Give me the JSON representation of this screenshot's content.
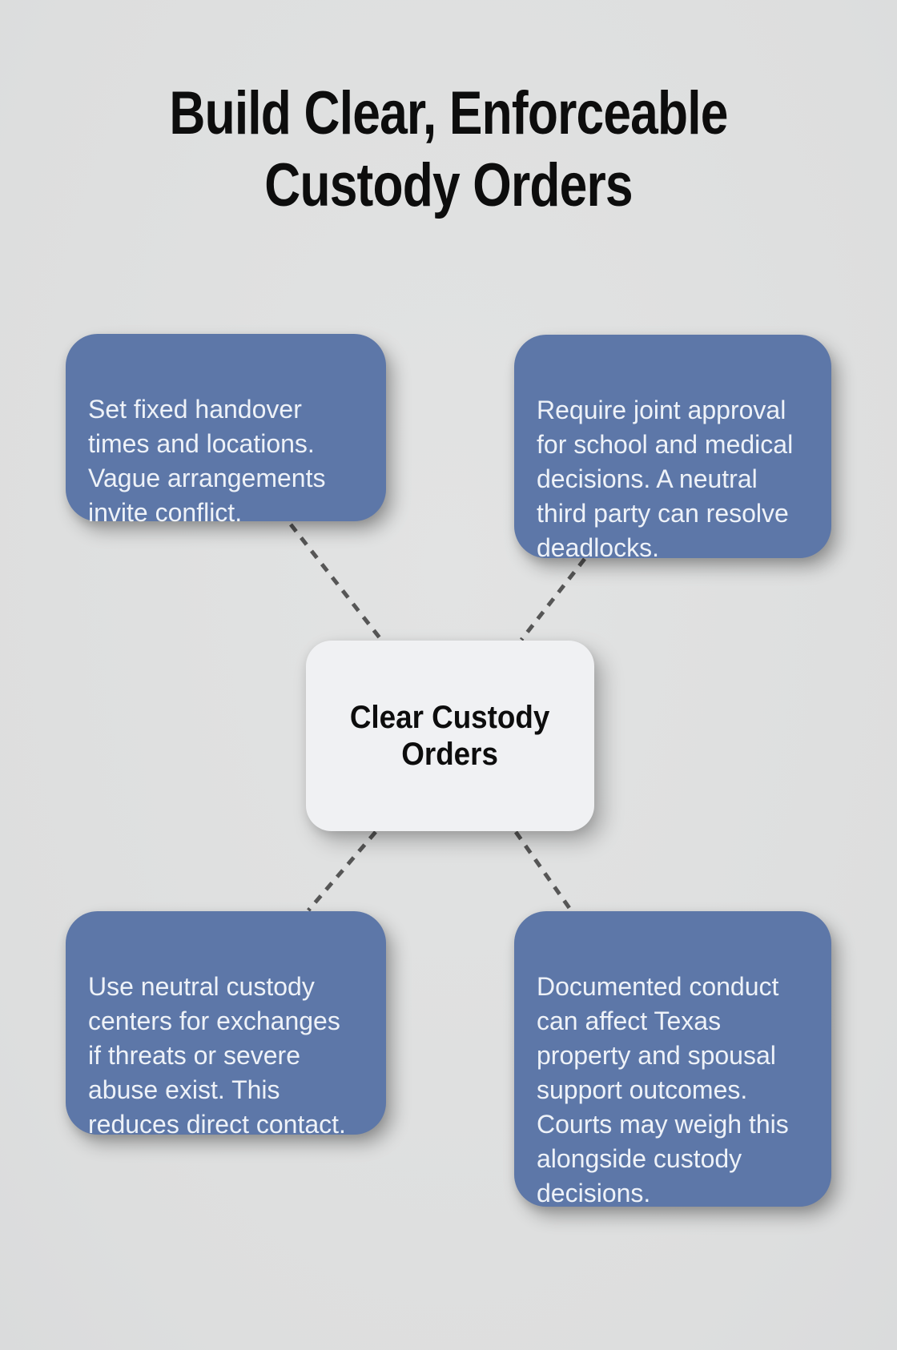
{
  "title": "Build Clear, Enforceable\nCustody Orders",
  "center_node": {
    "label": "Clear Custody\nOrders"
  },
  "nodes": [
    {
      "id": "top-left",
      "text": "Set fixed handover\ntimes and locations.\nVague arrangements\ninvite conflict."
    },
    {
      "id": "top-right",
      "text": "Require joint approval\nfor school and medical\ndecisions. A neutral\nthird party can resolve\ndeadlocks."
    },
    {
      "id": "bottom-left",
      "text": "Use neutral custody\ncenters for exchanges\nif threats or severe\nabuse exist. This\nreduces direct contact."
    },
    {
      "id": "bottom-right",
      "text": "Documented conduct\ncan affect Texas\nproperty and spousal\nsupport outcomes.\nCourts may weigh this\nalongside custody\ndecisions."
    }
  ],
  "edges": [
    {
      "from": "center",
      "to": "top-left"
    },
    {
      "from": "center",
      "to": "top-right"
    },
    {
      "from": "center",
      "to": "bottom-left"
    },
    {
      "from": "center",
      "to": "bottom-right"
    }
  ],
  "colors": {
    "background": "#e2e3e3",
    "node_fill": "#5d77a8",
    "node_text": "#eef2f8",
    "center_fill": "#f0f1f3",
    "center_text": "#0d0d0d",
    "title_text": "#0d0d0d",
    "connector": "#565656"
  }
}
